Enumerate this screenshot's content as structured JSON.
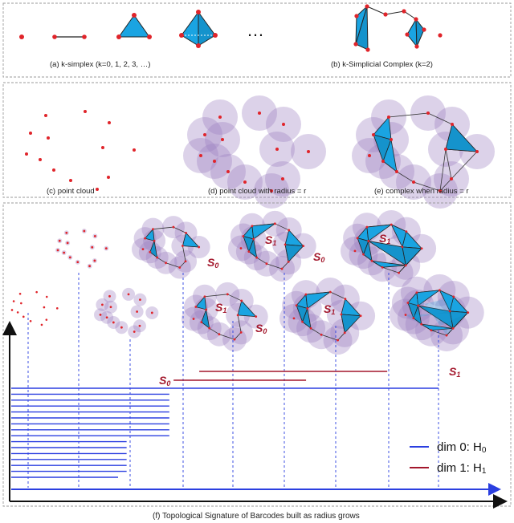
{
  "panels": {
    "a_caption": "(a) k-simplex (k=0, 1, 2, 3, …)",
    "a_ellipsis": "…",
    "b_caption": "(b) k-Simplicial Complex  (k=2)",
    "c_caption": "(c) point cloud",
    "d_caption": "(d) point cloud with radius = r",
    "e_caption": "(e) complex when radius = r",
    "f_caption": "(f) Topological Signature of Barcodes built as radius grows"
  },
  "labels": {
    "s0": "S0",
    "s1": "S1",
    "s_letter": "S",
    "sub0": "0",
    "sub1": "1"
  },
  "legend": {
    "dim0_label": "dim 0: H",
    "dim0_sub": "0",
    "dim1_label": "dim 1: H",
    "dim1_sub": "1",
    "dim0_color": "#2b3fe0",
    "dim1_color": "#a3172c"
  },
  "colors": {
    "point": "#e0242a",
    "simplex_fill": "#1aa4e2",
    "ball_fill": "#9b7fc0",
    "axis": "#111111",
    "barcode_blue": "#2b3fe0",
    "barcode_red": "#a3172c"
  },
  "chart_data": {
    "type": "barcode",
    "series": [
      {
        "name": "dim 0: H0",
        "bars": [
          [
            0,
            1
          ],
          [
            0,
            0.37
          ],
          [
            0,
            0.37
          ],
          [
            0,
            0.37
          ],
          [
            0,
            0.37
          ],
          [
            0,
            0.37
          ],
          [
            0,
            0.37
          ],
          [
            0,
            0.37
          ],
          [
            0,
            0.37
          ],
          [
            0,
            0.27
          ],
          [
            0,
            0.27
          ],
          [
            0,
            0.27
          ],
          [
            0,
            0.27
          ],
          [
            0,
            0.27
          ],
          [
            0,
            0.27
          ],
          [
            0,
            0.25
          ]
        ]
      },
      {
        "name": "dim 1: H1",
        "bars": [
          [
            0.38,
            0.69
          ],
          [
            0.44,
            0.88
          ]
        ]
      }
    ]
  }
}
